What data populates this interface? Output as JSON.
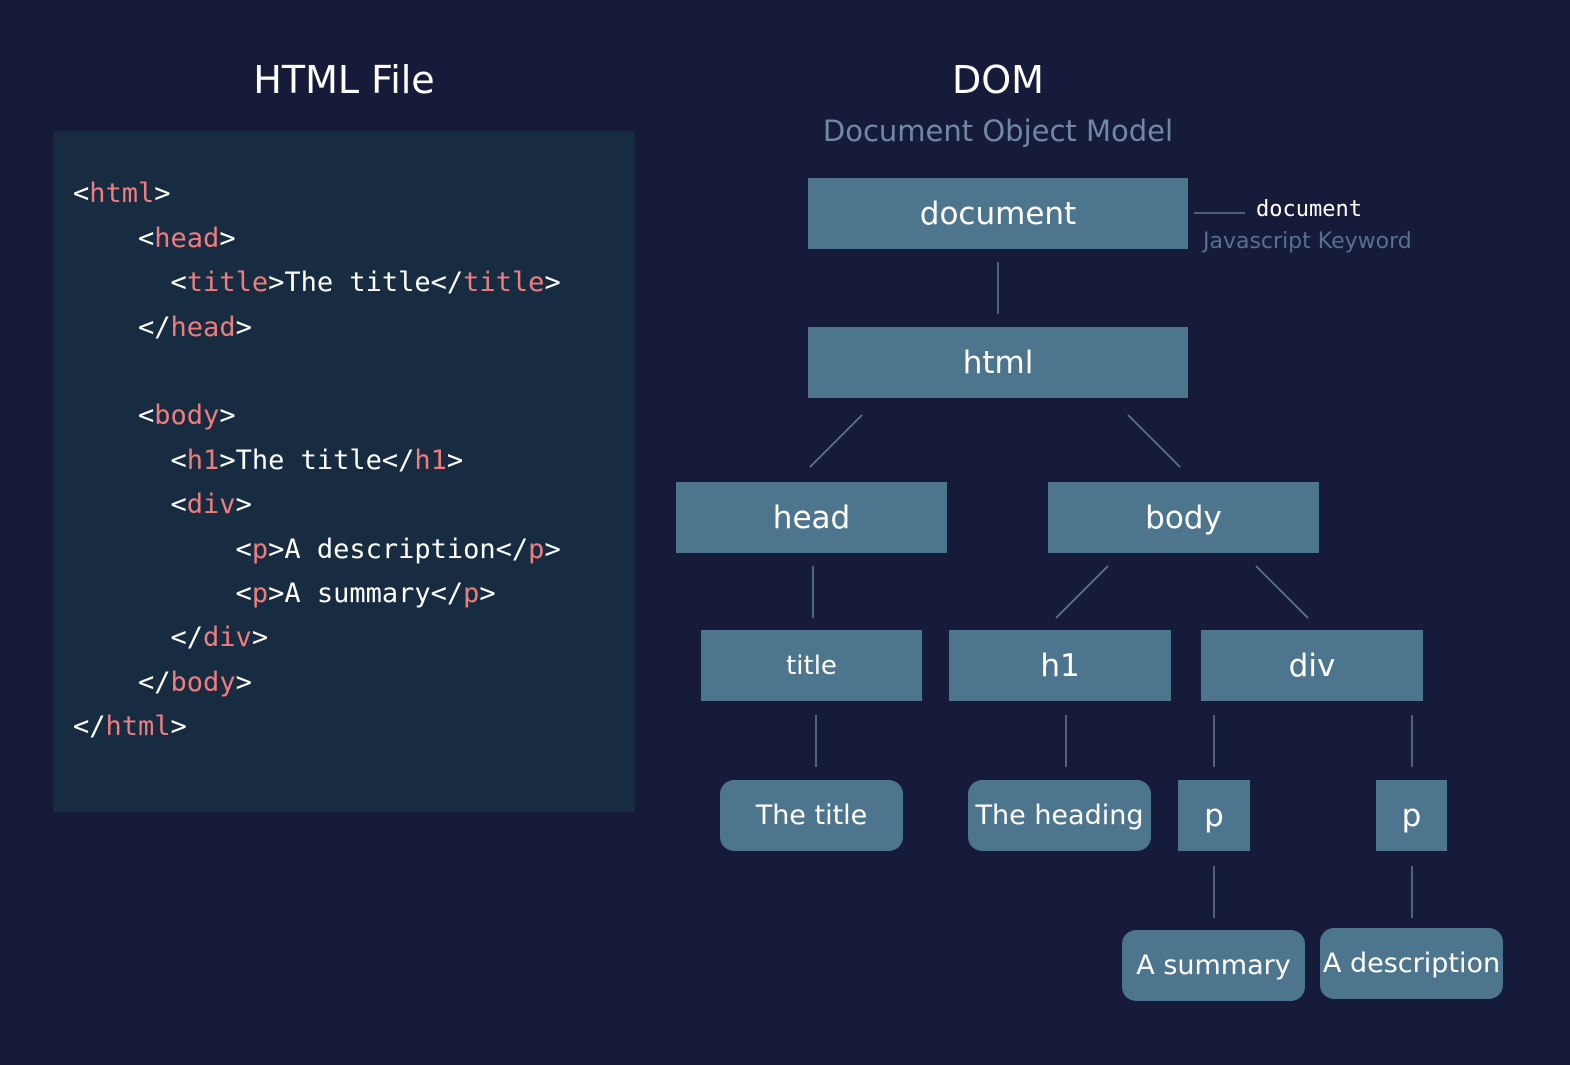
{
  "left_title": "HTML File",
  "right_title": "DOM",
  "right_subtitle": "Document Object Model",
  "code_lines": [
    [
      {
        "t": "<",
        "k": "txt"
      },
      {
        "t": "html",
        "k": "tag"
      },
      {
        "t": ">",
        "k": "txt"
      }
    ],
    [
      {
        "t": "    <",
        "k": "txt"
      },
      {
        "t": "head",
        "k": "tag"
      },
      {
        "t": ">",
        "k": "txt"
      }
    ],
    [
      {
        "t": "      <",
        "k": "txt"
      },
      {
        "t": "title",
        "k": "tag"
      },
      {
        "t": ">The title</",
        "k": "txt"
      },
      {
        "t": "title",
        "k": "tag"
      },
      {
        "t": ">",
        "k": "txt"
      }
    ],
    [
      {
        "t": "    </",
        "k": "txt"
      },
      {
        "t": "head",
        "k": "tag"
      },
      {
        "t": ">",
        "k": "txt"
      }
    ],
    [],
    [
      {
        "t": "    <",
        "k": "txt"
      },
      {
        "t": "body",
        "k": "tag"
      },
      {
        "t": ">",
        "k": "txt"
      }
    ],
    [
      {
        "t": "      <",
        "k": "txt"
      },
      {
        "t": "h1",
        "k": "tag"
      },
      {
        "t": ">The title</",
        "k": "txt"
      },
      {
        "t": "h1",
        "k": "tag"
      },
      {
        "t": ">",
        "k": "txt"
      }
    ],
    [
      {
        "t": "      <",
        "k": "txt"
      },
      {
        "t": "div",
        "k": "tag"
      },
      {
        "t": ">",
        "k": "txt"
      }
    ],
    [
      {
        "t": "          <",
        "k": "txt"
      },
      {
        "t": "p",
        "k": "tag"
      },
      {
        "t": ">A description</",
        "k": "txt"
      },
      {
        "t": "p",
        "k": "tag"
      },
      {
        "t": ">",
        "k": "txt"
      }
    ],
    [
      {
        "t": "          <",
        "k": "txt"
      },
      {
        "t": "p",
        "k": "tag"
      },
      {
        "t": ">A summary</",
        "k": "txt"
      },
      {
        "t": "p",
        "k": "tag"
      },
      {
        "t": ">",
        "k": "txt"
      }
    ],
    [
      {
        "t": "      </",
        "k": "txt"
      },
      {
        "t": "div",
        "k": "tag"
      },
      {
        "t": ">",
        "k": "txt"
      }
    ],
    [
      {
        "t": "    </",
        "k": "txt"
      },
      {
        "t": "body",
        "k": "tag"
      },
      {
        "t": ">",
        "k": "txt"
      }
    ],
    [
      {
        "t": "</",
        "k": "txt"
      },
      {
        "t": "html",
        "k": "tag"
      },
      {
        "t": ">",
        "k": "txt"
      }
    ]
  ],
  "tree": {
    "document": "document",
    "html": "html",
    "head": "head",
    "body": "body",
    "title": "title",
    "h1": "h1",
    "div": "div",
    "text_title": "The title",
    "text_heading": "The heading",
    "p1": "p",
    "p2": "p",
    "text_summary": "A summary",
    "text_description": "A description"
  },
  "keyword": {
    "code": "document",
    "label": "Javascript Keyword"
  },
  "colors": {
    "background": "#151b38",
    "panel": "#172b41",
    "node": "#4d758d",
    "tag": "#ee7d7e",
    "muted": "#7188a5",
    "line": "#5b7a93"
  }
}
